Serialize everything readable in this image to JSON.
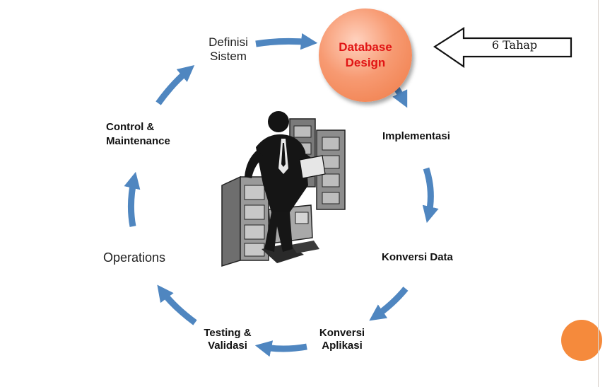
{
  "stages": {
    "definisi": "Definisi\nSistem",
    "database_design": "Database\nDesign",
    "implementasi": "Implementasi",
    "konversi_data": "Konversi Data",
    "konversi_aplikasi": "Konversi\nAplikasi",
    "testing": "Testing &\nValidasi",
    "operations": "Operations",
    "control": "Control &\nMaintenance"
  },
  "callout": {
    "label": "6 Tahap"
  },
  "colors": {
    "arrow": "#4f86c0",
    "highlight": "#f48a5c",
    "highlight_text": "#e11414",
    "corner_dot": "#f58a3c"
  },
  "icons": {
    "center_image": "office-worker-with-filing-cabinets-icon"
  }
}
